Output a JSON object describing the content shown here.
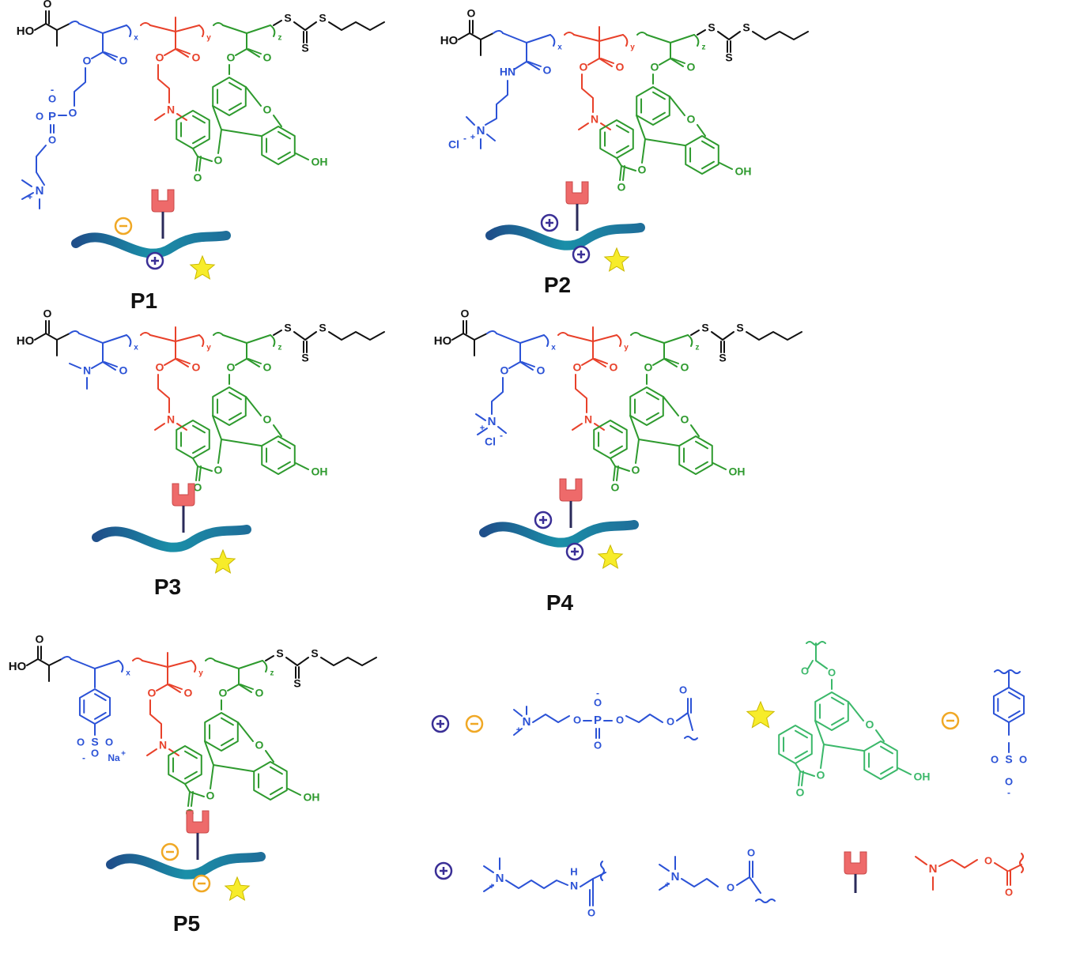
{
  "colors": {
    "backbone_black": "#111111",
    "block_x_blue": "#2b52d6",
    "block_y_red": "#e8412a",
    "block_z_green": "#2e9a2e",
    "fluorescein_legend_green": "#3bb86a",
    "chain_teal": "#1a8fa8",
    "chain_dark": "#1f4f8a",
    "positive_charge_purple": "#3a2f96",
    "negative_charge_orange": "#f0a825",
    "star_yellow": "#f7ec2a",
    "receptor_pink": "#ee6a6a"
  },
  "polymers": [
    {
      "label": "P1",
      "charges": [
        "negative",
        "positive"
      ],
      "pendant": "phosphorylcholine"
    },
    {
      "label": "P2",
      "charges": [
        "positive",
        "positive"
      ],
      "pendant": "ammonium_amide"
    },
    {
      "label": "P3",
      "charges": [],
      "pendant": "dimethylamide"
    },
    {
      "label": "P4",
      "charges": [
        "positive",
        "positive"
      ],
      "pendant": "ammonium_ester"
    },
    {
      "label": "P5",
      "charges": [
        "negative",
        "negative"
      ],
      "pendant": "styrenesulfonate"
    }
  ],
  "chem_text": {
    "ho": "HO",
    "oh": "OH",
    "s": "S",
    "o": "O",
    "n": "N",
    "p": "P",
    "hn": "HN",
    "h": "H",
    "cl": "Cl",
    "na": "Na",
    "plus": "+",
    "minus": "-",
    "x": "x",
    "y": "y",
    "z": "z"
  },
  "icons": [
    "positive-charge-icon",
    "negative-charge-icon",
    "fluorescent-star-icon",
    "receptor-icon",
    "polymer-chain-icon"
  ]
}
